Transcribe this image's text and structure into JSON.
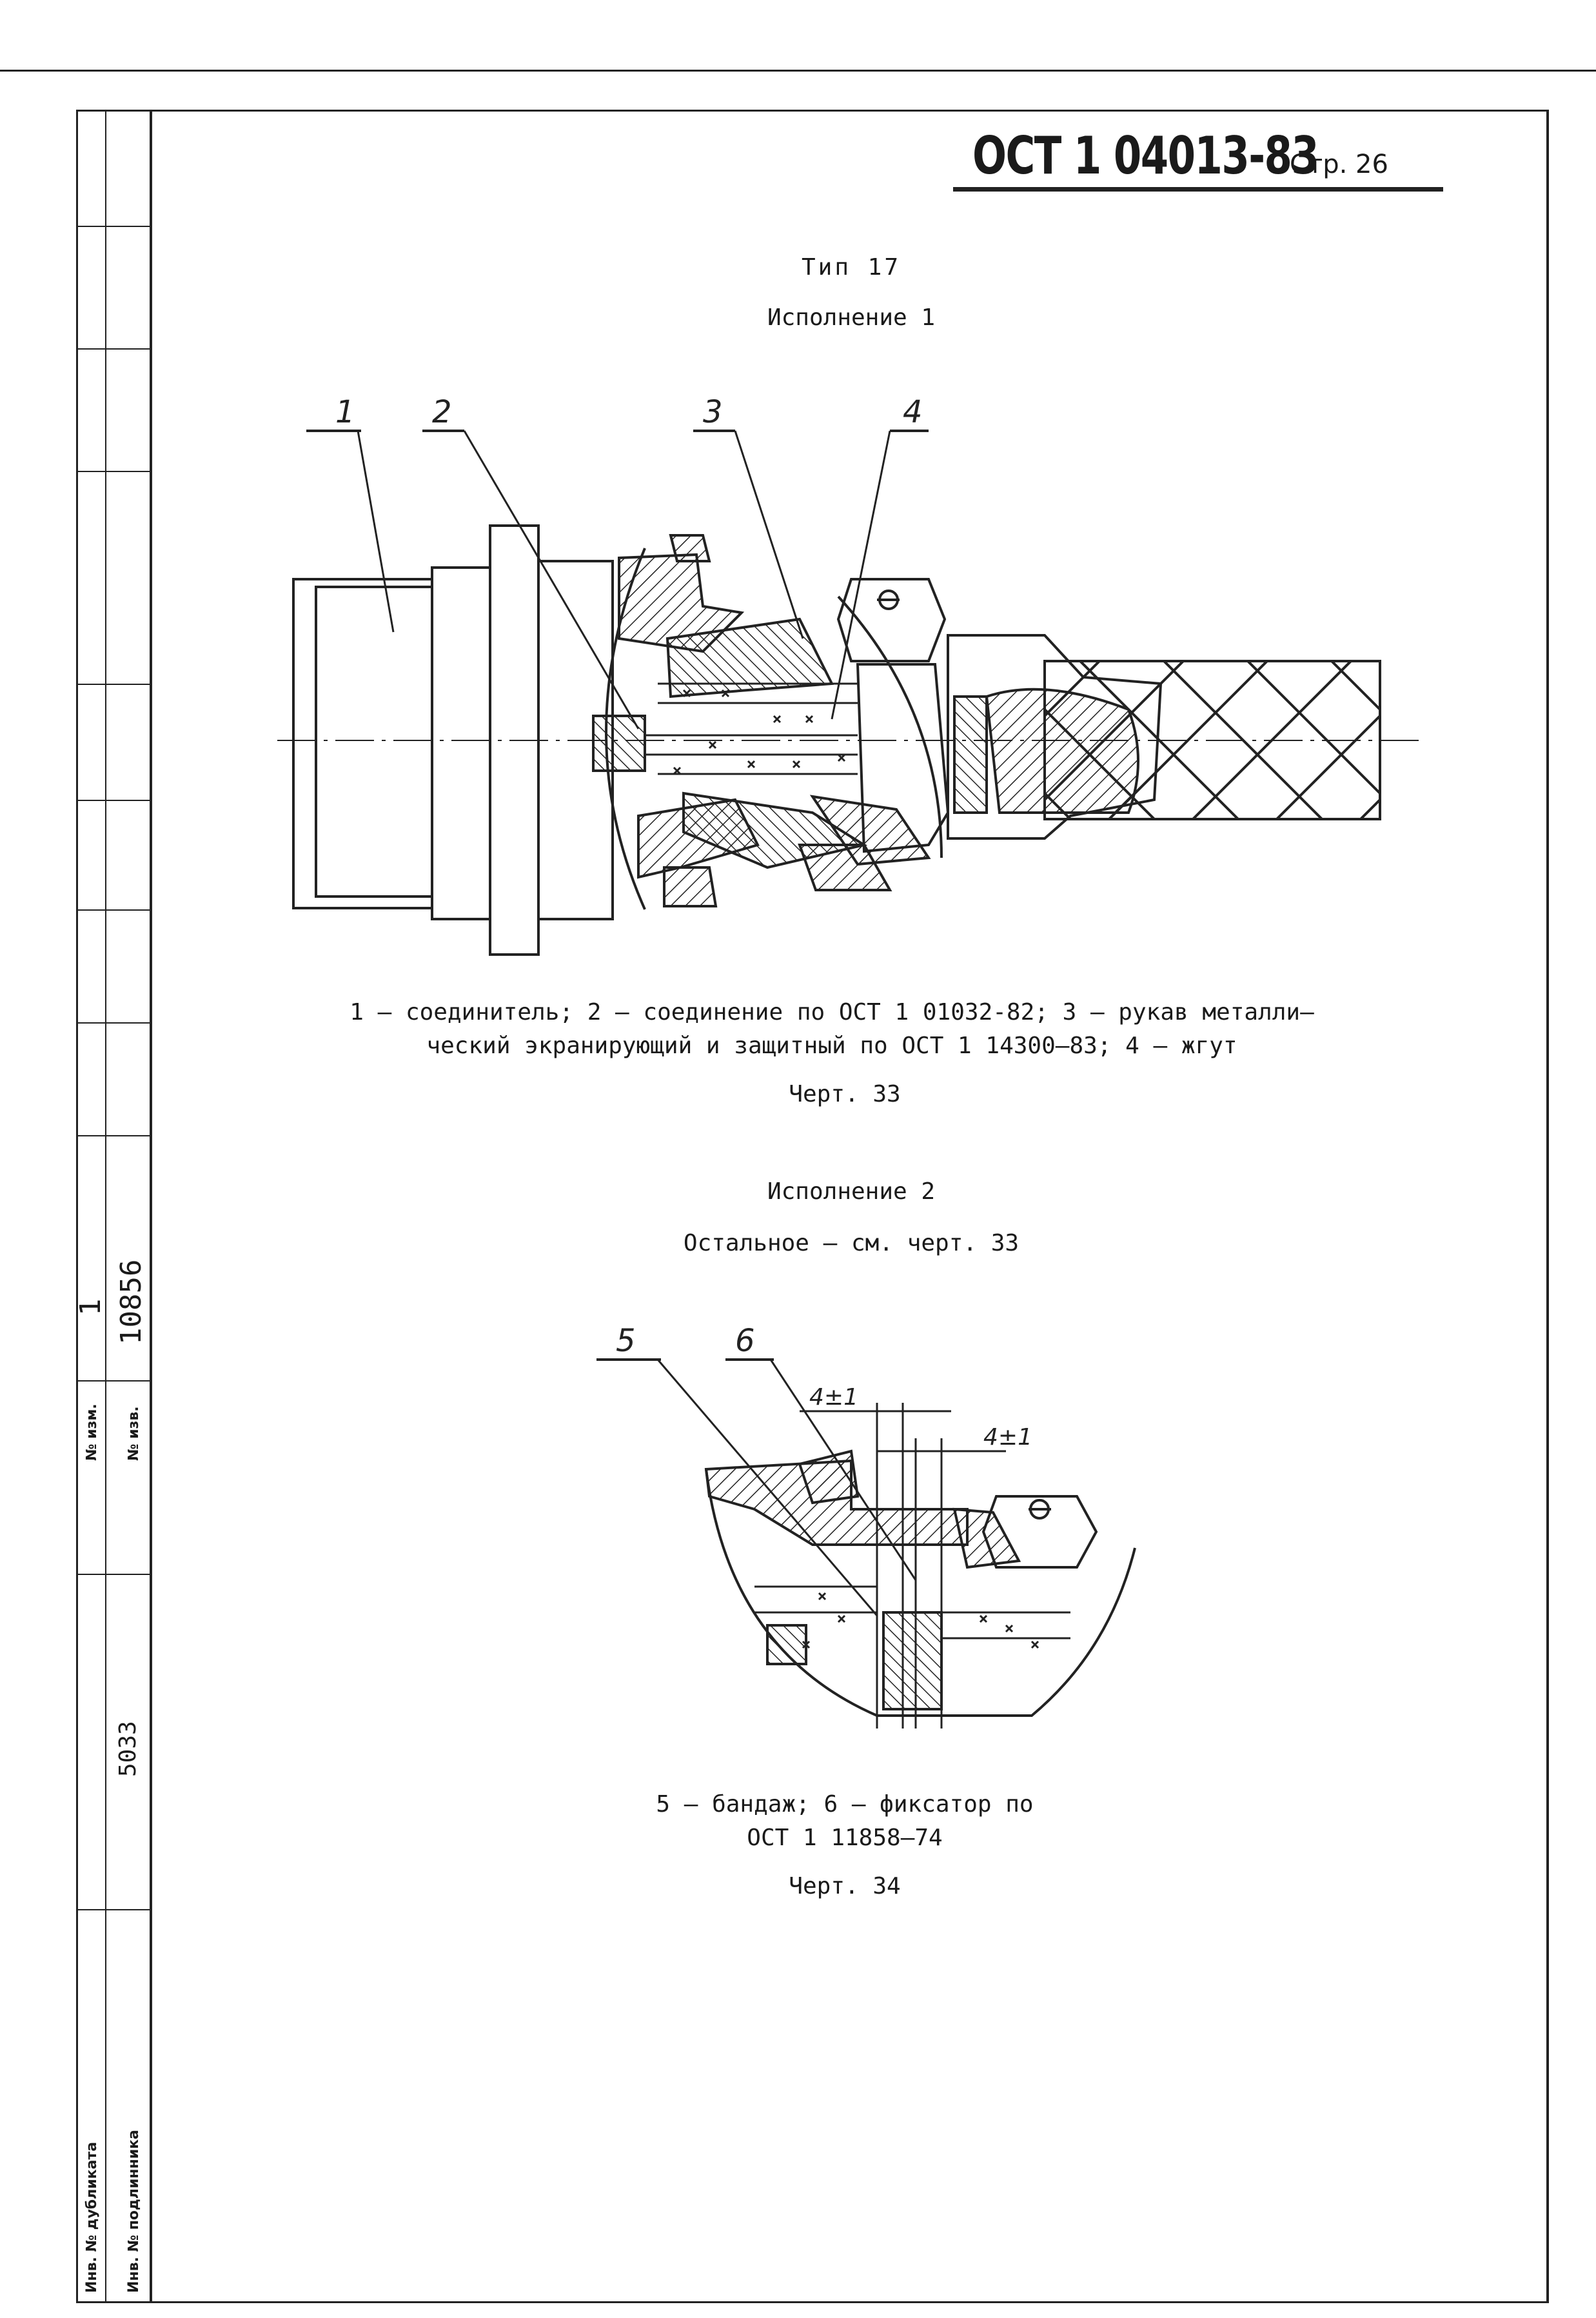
{
  "header": {
    "doc_code": "ОСТ 1 04013-83",
    "page": "Стр. 26"
  },
  "sections": {
    "type_title": "Тип 17",
    "variant1": "Исполнение 1",
    "callouts1": [
      "1",
      "2",
      "3",
      "4"
    ],
    "legend1_line1": "1 – соединитель; 2 – соединение по ОСТ 1 01032-82; 3 – рукав металли–",
    "legend1_line2": "ческий экранирующий и защитный по ОСТ 1 14300–83; 4 – жгут",
    "drawing1": "Черт. 33",
    "variant2": "Исполнение 2",
    "variant2_note": "Остальное – см. черт. 33",
    "callouts2": [
      "5",
      "6"
    ],
    "dim1": "4±1",
    "dim2": "4±1",
    "legend2_line1": "5 – бандаж; 6 – фиксатор по",
    "legend2_line2": "ОСТ 1 11858–74",
    "drawing2": "Черт. 34"
  },
  "side_stamp": {
    "rev_label": "№ изм.",
    "rev_value": "1",
    "notice_label": "№ изв.",
    "notice_value": "10856",
    "inv_value": "5033",
    "dup_label": "Инв. № дубликата",
    "orig_label": "Инв. № подлинника"
  }
}
